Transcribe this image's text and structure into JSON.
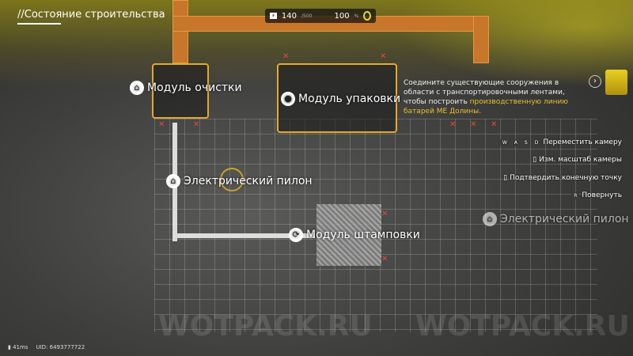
{
  "header": {
    "title": "//Состояние строительства"
  },
  "resources": {
    "value": "140",
    "max": "/500",
    "percent": "100",
    "percent_unit": "%"
  },
  "modules": {
    "cleaning": "Модуль очистки",
    "packing": "Модуль упаковки",
    "pylon": "Электрический пилон",
    "stamping": "Модуль штамповки",
    "pylon2": "Электрический пилон"
  },
  "hint": {
    "text": "Соедините существующие сооружения в области с транспортировочными лентами, чтобы построить ",
    "highlight": "производственную линию батарей МЕ Долины."
  },
  "controls": [
    {
      "keys": [
        "W",
        "A",
        "S",
        "D"
      ],
      "label": "Переместить камеру"
    },
    {
      "keys": [],
      "label": "Изм. масштаб камеры"
    },
    {
      "keys": [],
      "label": "Подтвердить конечную точку"
    },
    {
      "keys": [
        "R"
      ],
      "label": "Повернуть"
    }
  ],
  "footer": {
    "ping": "41ms",
    "uid": "UID: 6493777722"
  },
  "watermark": "WOTPACK.RU",
  "colors": {
    "accent": "#e3a92b",
    "highlight": "#e8c02a",
    "error": "#e04b3a"
  }
}
